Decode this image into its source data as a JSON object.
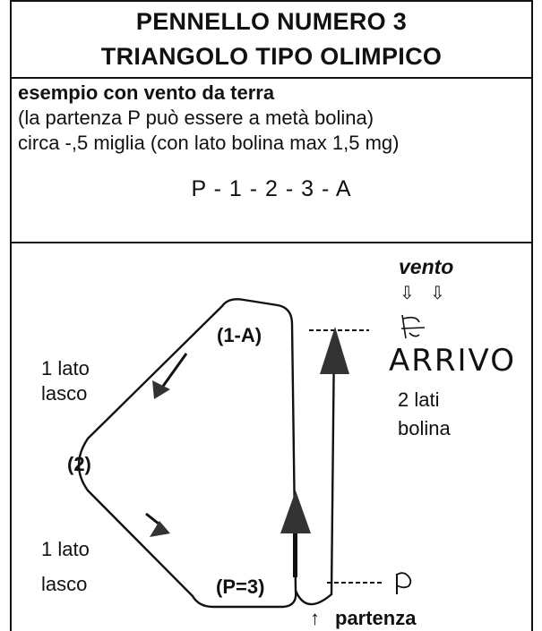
{
  "header": {
    "title_line1": "PENNELLO NUMERO  3",
    "title_line2": "TRIANGOLO  TIPO  OLIMPICO"
  },
  "info": {
    "subtitle": "esempio con vento  da terra",
    "line1": "(la partenza P può essere a metà bolina)",
    "line2": "circa  -,5 miglia (con lato bolina max 1,5 mg)",
    "sequence": "P - 1 - 2 - 3 - A"
  },
  "diagram": {
    "wind_label": "vento",
    "wind_arrow_1": "⇩",
    "wind_arrow_2": "⇩",
    "mark_1a": "(1-A)",
    "mark_2": "(2)",
    "mark_p3": "(P=3)",
    "left_upper_line1": "1 lato",
    "left_upper_line2": "lasco",
    "left_lower_line1": "1 lato",
    "left_lower_line2": "lasco",
    "right_line1": "2 lati",
    "right_line2": "bolina",
    "arrivo": "ARRIVO",
    "partenza_arrow": "↑",
    "partenza": "partenza"
  },
  "colors": {
    "ink": "#111111",
    "background": "#ffffff"
  }
}
